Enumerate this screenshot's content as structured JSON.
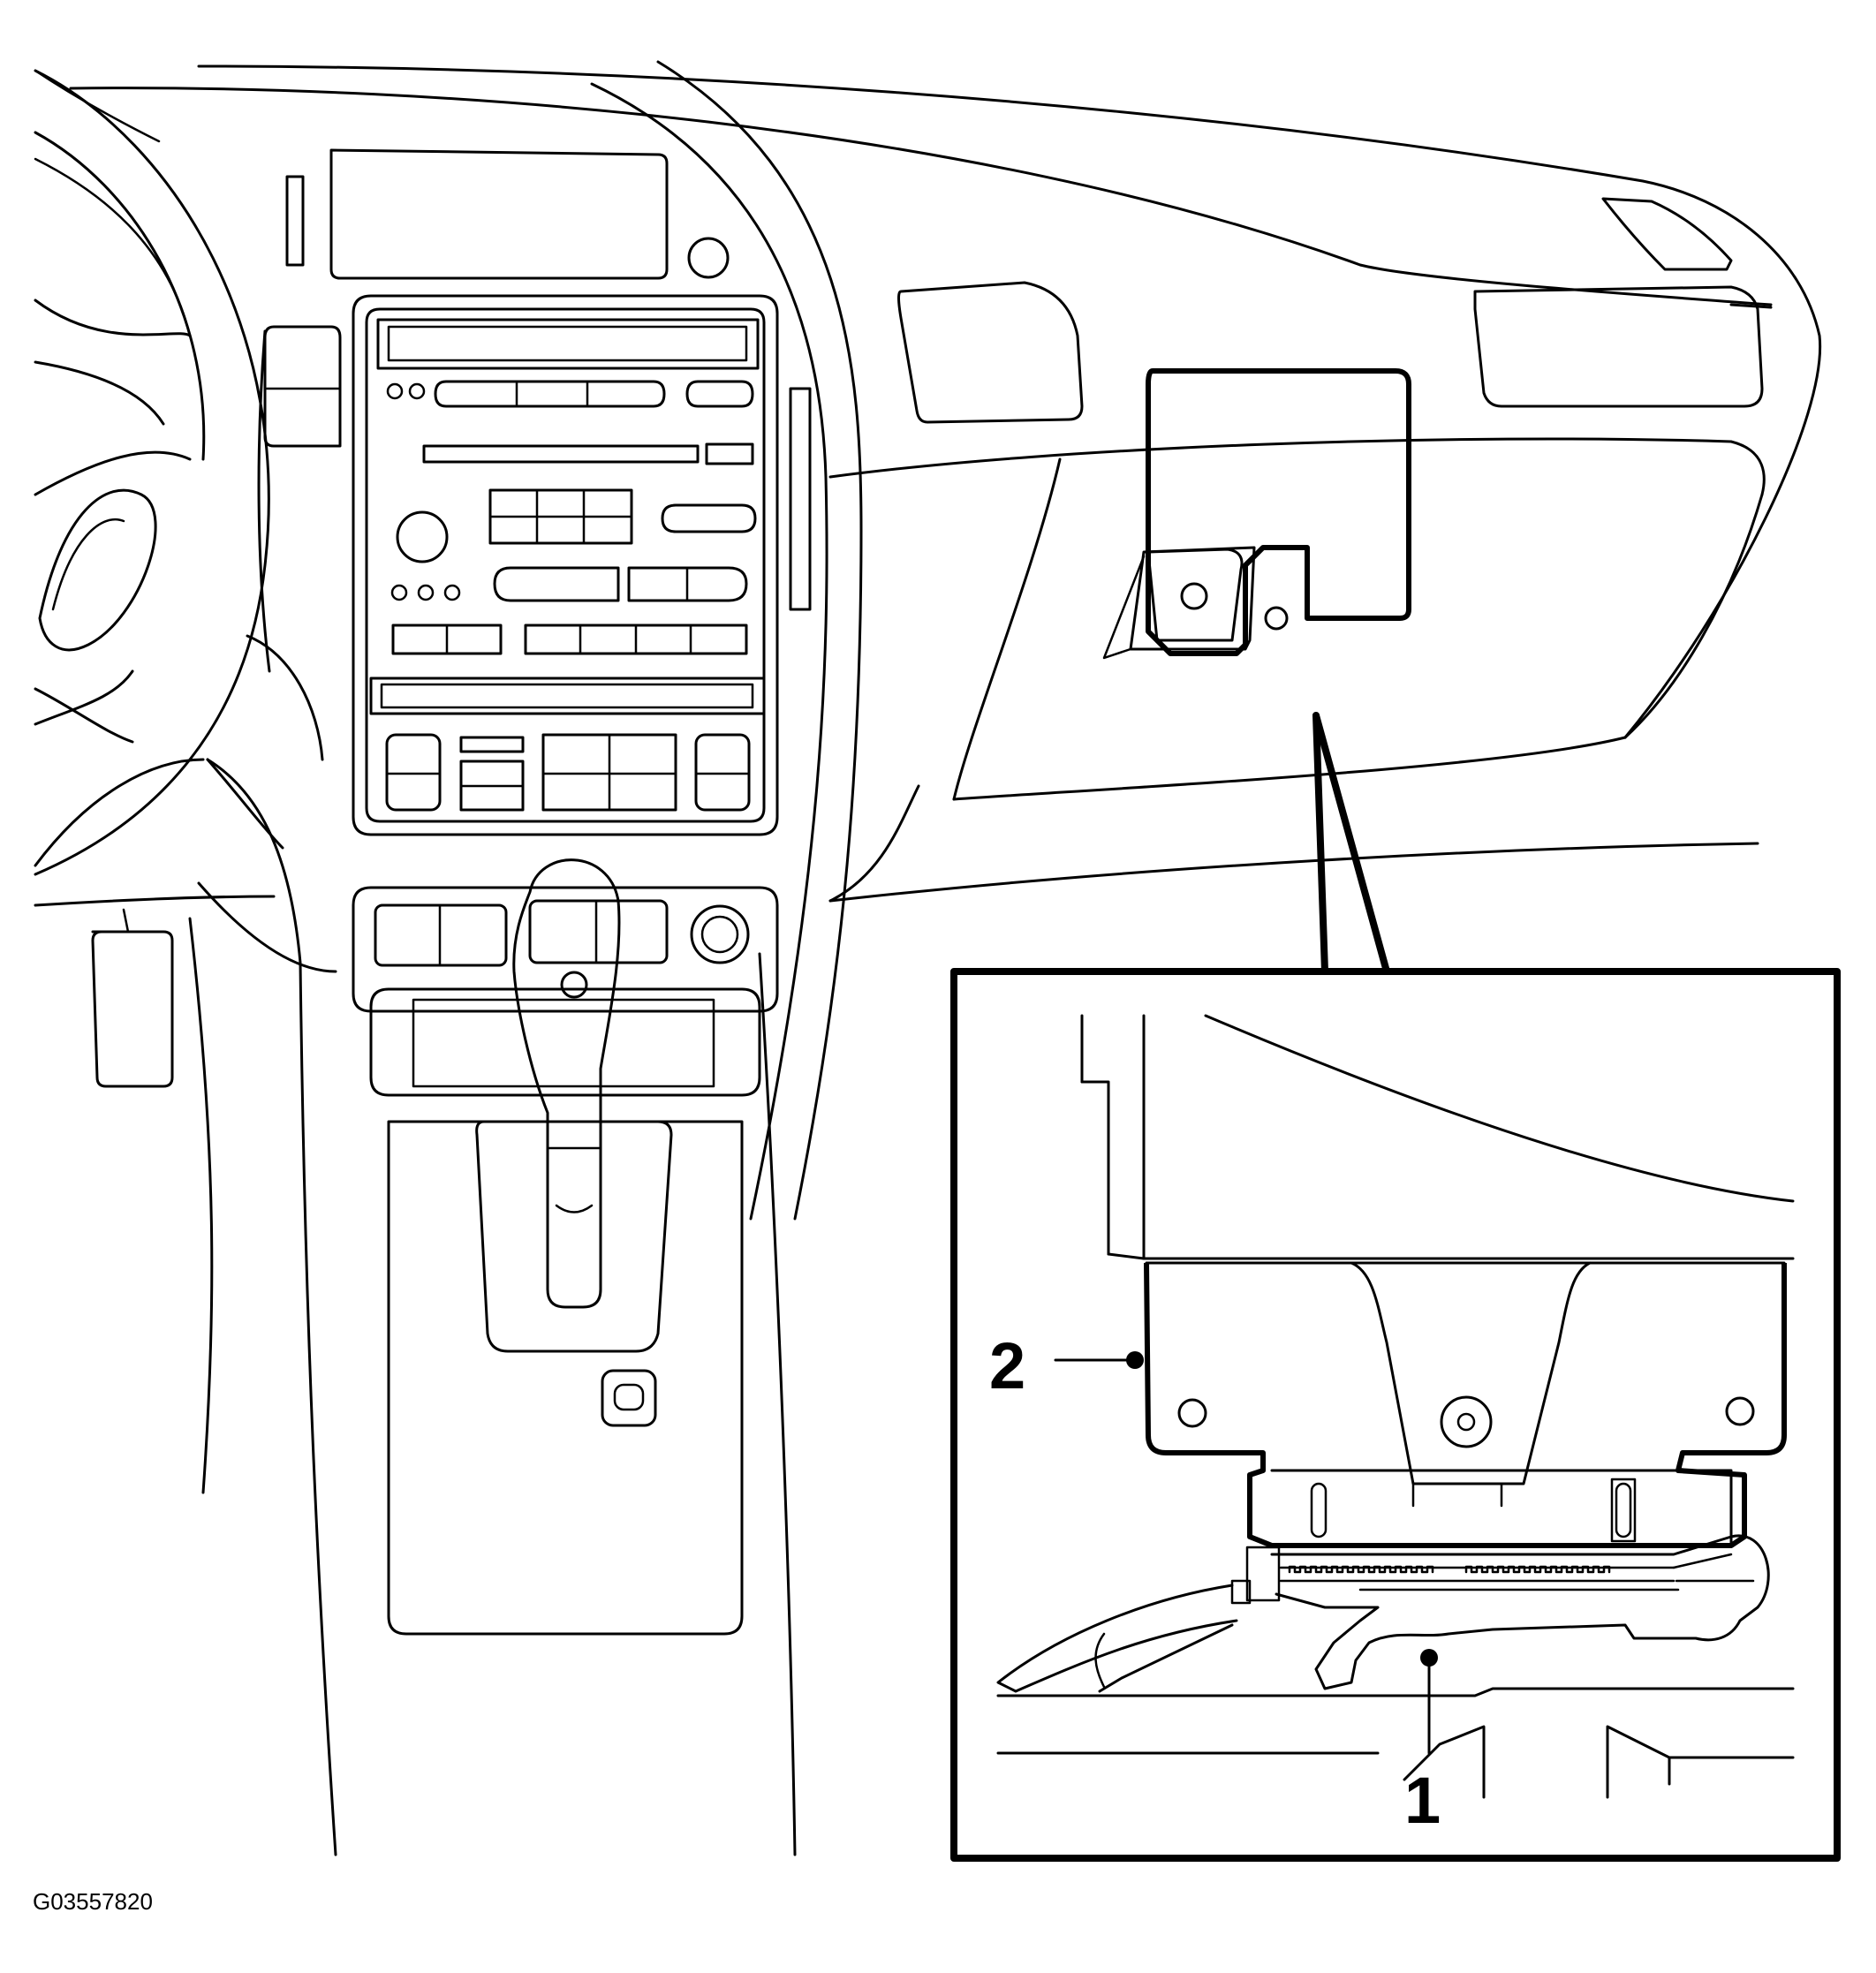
{
  "figure_id": "G03557820",
  "callouts": {
    "one": "1",
    "two": "2"
  },
  "colors": {
    "ink": "#000000",
    "paper": "#ffffff"
  }
}
